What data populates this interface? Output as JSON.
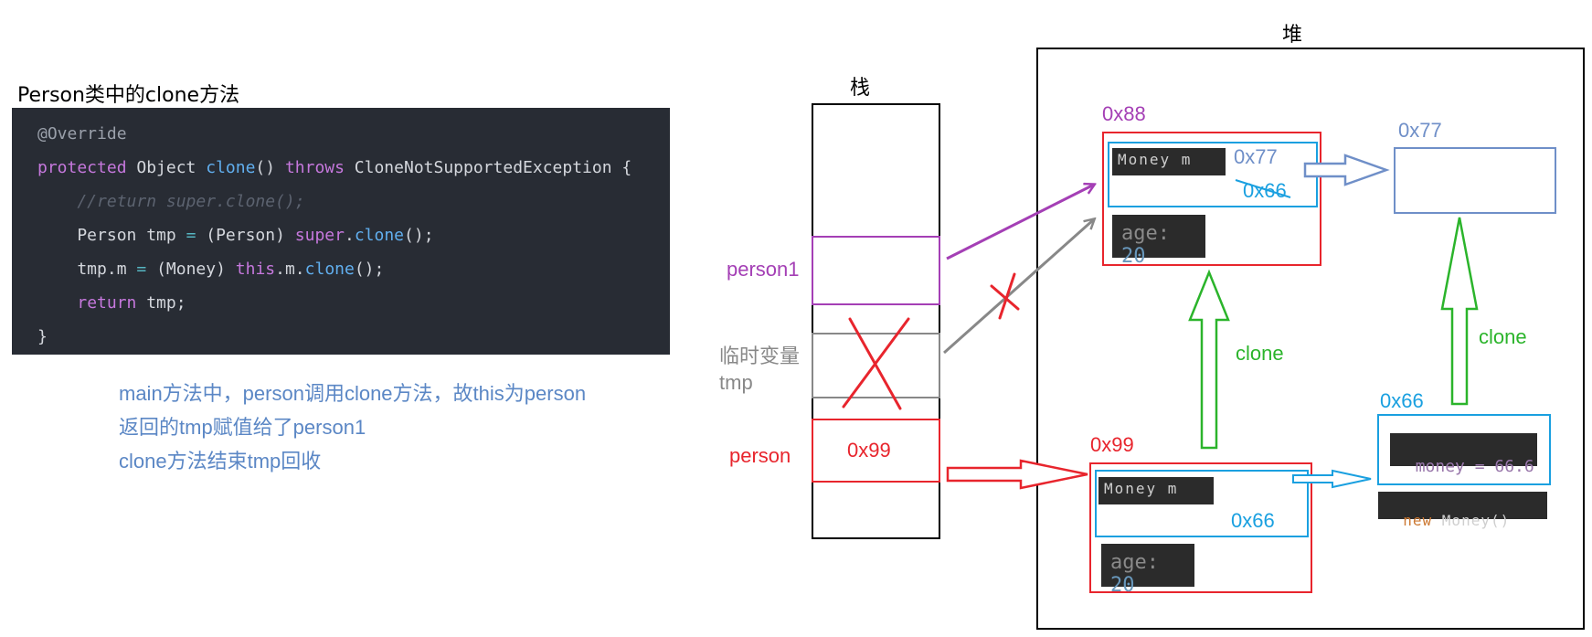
{
  "code_panel": {
    "title": "Person类中的clone方法",
    "lines": [
      {
        "parts": [
          {
            "text": "@Override",
            "cls": "t-anno"
          }
        ]
      },
      {
        "parts": [
          {
            "text": "protected ",
            "cls": "t-kw"
          },
          {
            "text": "Object ",
            "cls": "t-tx"
          },
          {
            "text": "clone",
            "cls": "t-fn"
          },
          {
            "text": "() ",
            "cls": "t-tx"
          },
          {
            "text": "throws ",
            "cls": "t-kw"
          },
          {
            "text": "CloneNotSupportedException {",
            "cls": "t-tx"
          }
        ]
      },
      {
        "parts": [
          {
            "text": "    //return super.clone();",
            "cls": "t-cm"
          }
        ]
      },
      {
        "parts": [
          {
            "text": "    Person tmp ",
            "cls": "t-tx"
          },
          {
            "text": "= ",
            "cls": "t-op"
          },
          {
            "text": "(Person) ",
            "cls": "t-tx"
          },
          {
            "text": "super",
            "cls": "t-kw"
          },
          {
            "text": ".",
            "cls": "t-tx"
          },
          {
            "text": "clone",
            "cls": "t-fn"
          },
          {
            "text": "();",
            "cls": "t-tx"
          }
        ]
      },
      {
        "parts": [
          {
            "text": "    tmp.m ",
            "cls": "t-tx"
          },
          {
            "text": "= ",
            "cls": "t-op"
          },
          {
            "text": "(Money) ",
            "cls": "t-tx"
          },
          {
            "text": "this",
            "cls": "t-kw"
          },
          {
            "text": ".m.",
            "cls": "t-tx"
          },
          {
            "text": "clone",
            "cls": "t-fn"
          },
          {
            "text": "();",
            "cls": "t-tx"
          }
        ]
      },
      {
        "parts": [
          {
            "text": "    ",
            "cls": "t-tx"
          },
          {
            "text": "return ",
            "cls": "t-kw"
          },
          {
            "text": "tmp;",
            "cls": "t-tx"
          }
        ]
      },
      {
        "parts": [
          {
            "text": "}",
            "cls": "t-tx"
          }
        ]
      }
    ]
  },
  "notes": [
    "main方法中，person调用clone方法，故this为person",
    "返回的tmp赋值给了person1",
    "clone方法结束tmp回收"
  ],
  "stack": {
    "title": "栈",
    "person1_label": "person1",
    "tmp_label_line1": "临时变量",
    "tmp_label_line2": "tmp",
    "person_label": "person",
    "person_value": "0x99"
  },
  "heap": {
    "title": "堆",
    "obj_0x88": {
      "address": "0x88",
      "field_label": "Money m",
      "field_address": "0x77",
      "field_old_address": "0x66",
      "age_label": "age:",
      "age_value": "20"
    },
    "obj_0x77": {
      "address": "0x77"
    },
    "obj_0x99": {
      "address": "0x99",
      "field_label": "Money m",
      "field_address": "0x66",
      "age_label": "age:",
      "age_value": "20"
    },
    "obj_0x66": {
      "address": "0x66",
      "content": "money = 66.6",
      "new_label": "new Money()"
    },
    "clone_label_left": "clone",
    "clone_label_right": "clone"
  },
  "colors": {
    "purple": "#a43fb5",
    "red": "#e8252d",
    "blue": "#1aa0e0",
    "steel": "#6f8fc8",
    "green": "#2bb42b",
    "gray": "#888888"
  }
}
